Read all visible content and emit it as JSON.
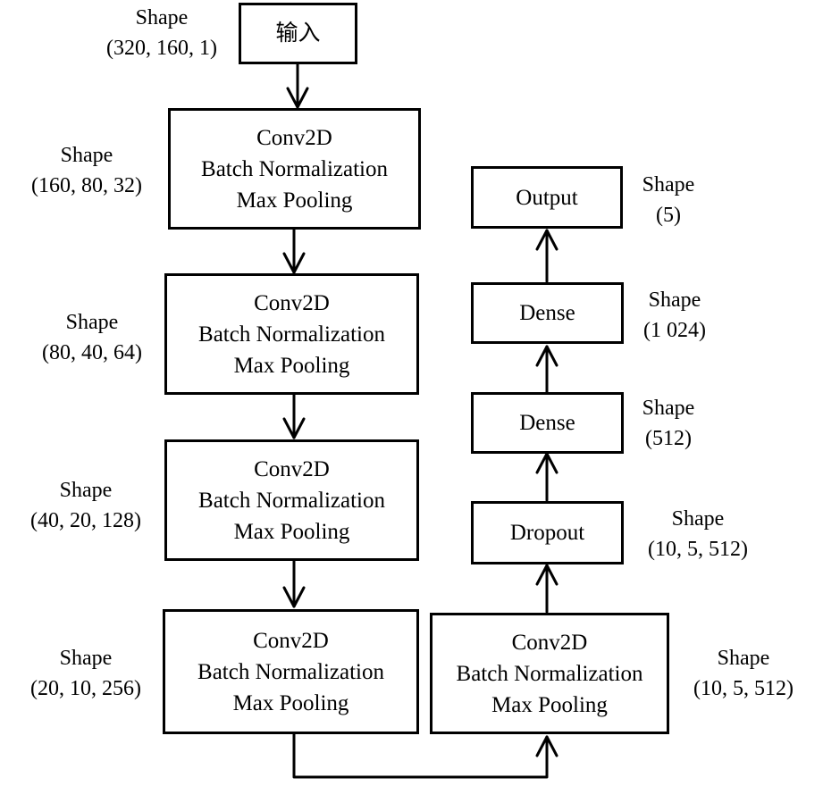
{
  "input_node": {
    "label": "输入",
    "shape_title": "Shape",
    "shape_value": "(320, 160, 1)"
  },
  "left_blocks": [
    {
      "line1": "Conv2D",
      "line2": "Batch Normalization",
      "line3": "Max Pooling",
      "shape_title": "Shape",
      "shape_value": "(160, 80, 32)"
    },
    {
      "line1": "Conv2D",
      "line2": "Batch Normalization",
      "line3": "Max Pooling",
      "shape_title": "Shape",
      "shape_value": "(80, 40, 64)"
    },
    {
      "line1": "Conv2D",
      "line2": "Batch Normalization",
      "line3": "Max Pooling",
      "shape_title": "Shape",
      "shape_value": "(40, 20, 128)"
    },
    {
      "line1": "Conv2D",
      "line2": "Batch Normalization",
      "line3": "Max Pooling",
      "shape_title": "Shape",
      "shape_value": "(20, 10, 256)"
    }
  ],
  "right_conv": {
    "line1": "Conv2D",
    "line2": "Batch Normalization",
    "line3": "Max Pooling",
    "shape_title": "Shape",
    "shape_value": "(10, 5, 512)"
  },
  "dropout": {
    "label": "Dropout",
    "shape_title": "Shape",
    "shape_value": "(10, 5, 512)"
  },
  "dense1": {
    "label": "Dense",
    "shape_title": "Shape",
    "shape_value": "(512)"
  },
  "dense2": {
    "label": "Dense",
    "shape_title": "Shape",
    "shape_value": "(1 024)"
  },
  "output_node": {
    "label": "Output",
    "shape_title": "Shape",
    "shape_value": "(5)"
  }
}
